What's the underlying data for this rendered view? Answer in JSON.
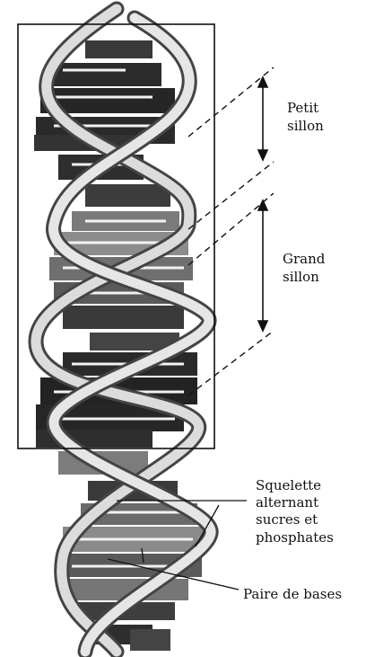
{
  "labels": {
    "minor_groove": [
      "Petit",
      "sillon"
    ],
    "major_groove": [
      "Grand",
      "sillon"
    ],
    "backbone": [
      "Squelette",
      "alternant",
      "sucres et",
      "phosphates"
    ],
    "base_pair": "Paire de bases"
  },
  "colors": {
    "ink": "#111111",
    "base_dark": "#2f2f2f",
    "base_mid": "#555555",
    "base_light": "#8a8a8a",
    "strand_light": "#d6d6d6",
    "strand_outline": "#4a4a4a"
  }
}
